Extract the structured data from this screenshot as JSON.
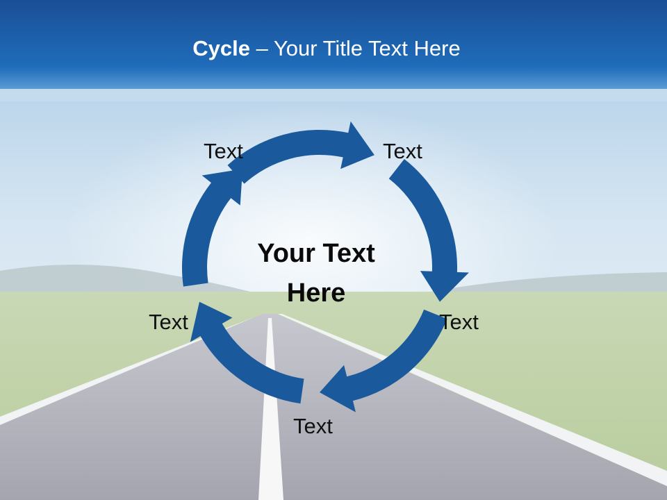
{
  "slide": {
    "title_bold": "Cycle",
    "title_rest": " – Your Title Text Here",
    "center_text_line1": "Your Text",
    "center_text_line2": "Here",
    "nodes": [
      "Text",
      "Text",
      "Text",
      "Text",
      "Text"
    ]
  },
  "colors": {
    "header": "#1a5fa8",
    "arrow": "#1a5a9c",
    "sky": "#c4dcef",
    "road": "#a9aab3",
    "field": "#bfd2a6"
  }
}
